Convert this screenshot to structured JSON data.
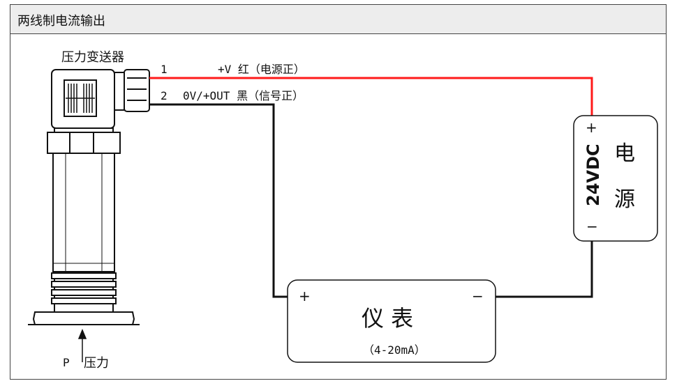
{
  "header": {
    "title": "两线制电流输出"
  },
  "transmitter": {
    "label": "压力变送器"
  },
  "wires": [
    {
      "pin": "1",
      "label": "+V 红（电源正）",
      "color": "#ff0000"
    },
    {
      "pin": "2",
      "label": "0V/+OUT 黑（信号正）",
      "color": "#000000"
    }
  ],
  "power_supply": {
    "plus": "+",
    "minus": "−",
    "voltage": "24VDC",
    "name_line1": "电",
    "name_line2": "源"
  },
  "meter": {
    "plus": "+",
    "minus": "−",
    "name": "仪 表",
    "range": "（4-20mA）"
  },
  "pressure": {
    "symbol": "P",
    "label": "压力"
  }
}
